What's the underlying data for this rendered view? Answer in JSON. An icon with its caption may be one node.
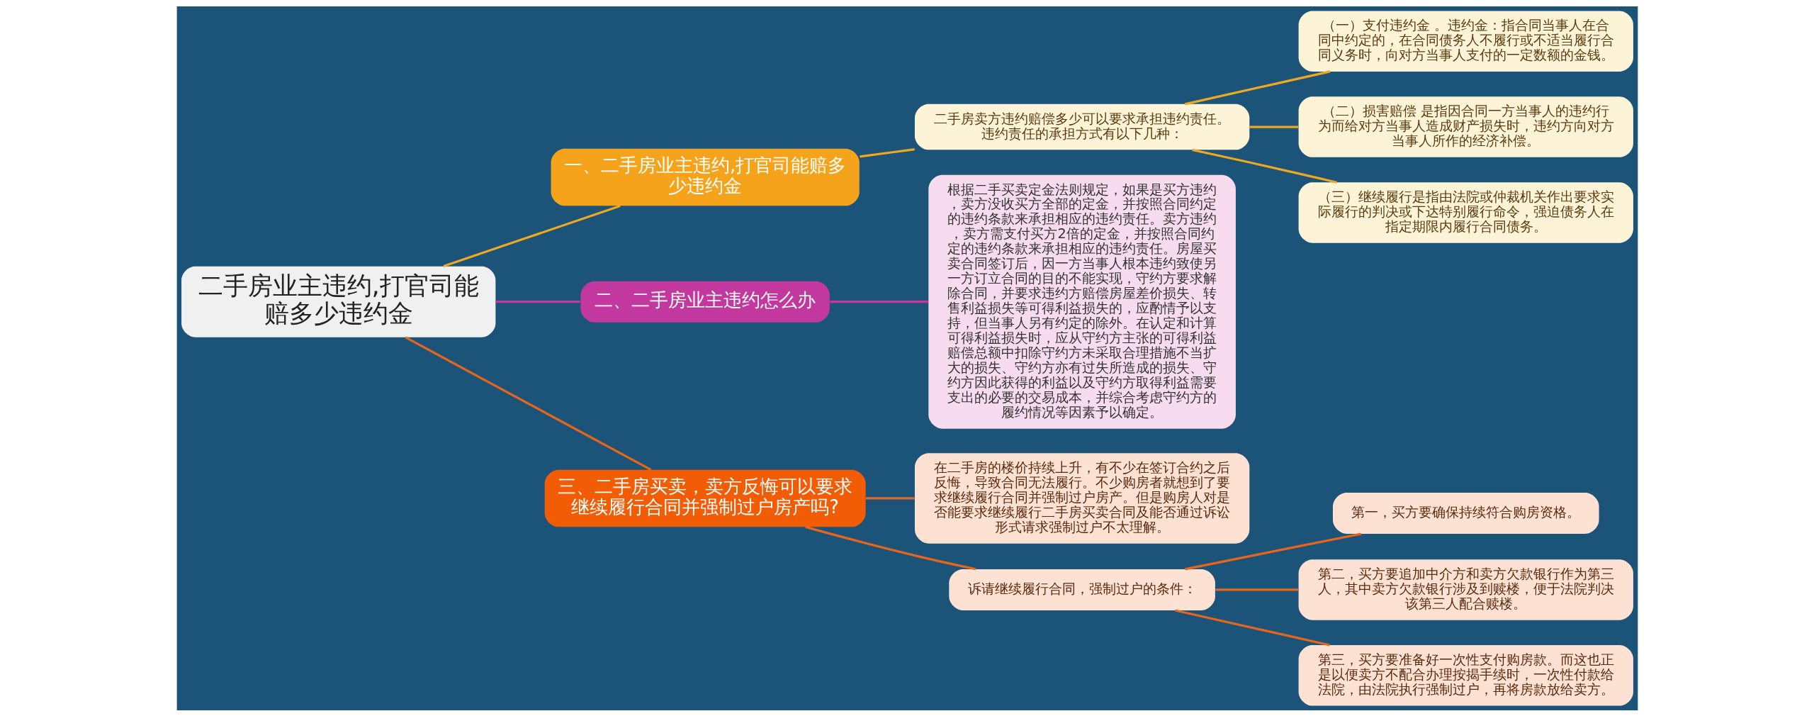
{
  "diagram": {
    "nodes": [
      {
        "text": [
          "二手房业主违约,打官司能赔多少违约金"
        ]
      },
      {
        "text": [
          "一、二手房业主违约,打官司能赔多少违约金"
        ]
      },
      {
        "text": [
          "二手房卖方违约赔偿多少可以要求承担违约责任。违约责任的承担方式有以下几种："
        ]
      },
      {
        "text": [
          "（一）支付违约金 。违约金：指合同当事人在合同中约定的，在合同债务人不履行或不适当履行合同义务时，向对方当事人支付的一定数额的金钱。"
        ]
      },
      {
        "text": [
          "（二）损害赔偿 是指因合同一方当事人的违约行为而给对方当事人造成财产损失时，违约方向对方当事人所作的经济补偿。"
        ]
      },
      {
        "text": [
          "（三）继续履行是指由法院或仲裁机关作出要求实际履行的判决或下达特别履行命令，强迫债务人在指定期限内履行合同债务。"
        ]
      },
      {
        "text": [
          "二、二手房业主违约怎么办"
        ]
      },
      {
        "text": [
          "根据二手买卖定金法则规定，如果是买方违约，卖方没收买方全部的定金，并按照合同约定的违约条款来承担相应的违约责任。卖方违约，卖方需支付买方2倍的定金，并按照合同约定的违约条款来承担相应的违约责任。房屋买卖合同签订后，因一方当事人根本违约致使另一方订立合同的目的不能实现，守约方要求解除合同，并要求违约方赔偿房屋差价损失、转售利益损失等可得利益损失的，应酌情予以支持，但当事人另有约定的除外。在认定和计算可得利益损失时，应从守约方主张的可得利益赔偿总额中扣除守约方未采取合理措施不当扩大的损失、守约方亦有过失所造成的损失、守约方因此获得的利益以及守约方取得利益需要支出的必要的交易成本，并综合考虑守约方的履约情况等因素予以确定。"
        ]
      },
      {
        "text": [
          "三、二手房买卖，卖方反悔可以要求继续履行合同并强制过户房产吗?"
        ]
      },
      {
        "text": [
          "在二手房的楼价持续上升，有不少在签订合约之后反悔，导致合同无法履行。不少购房者就想到了要求继续履行合同并强制过户房产。但是购房人对是否能要求继续履行二手房买卖合同及能否通过诉讼形式请求强制过户不太理解。"
        ]
      },
      {
        "text": [
          "诉请继续履行合同，强制过户的条件："
        ]
      },
      {
        "text": [
          "第一，买方要确保持续符合购房资格。"
        ]
      },
      {
        "text": [
          "第二，买方要追加中介方和卖方欠款银行作为第三人，其中卖方欠款银行涉及到赎楼，便于法院判决该第三人配合赎楼。"
        ]
      },
      {
        "text": [
          "第三，买方要准备好一次性支付购房款。而这也正是以便卖方不配合办理按揭手续时，一次性付款给法院，由法院执行强制过户，再将房款放给卖方。"
        ]
      }
    ],
    "edges": [
      {
        "from": 0,
        "to": 1,
        "arrow": "none",
        "color": "#f0a81e"
      },
      {
        "from": 1,
        "to": 2,
        "arrow": "none",
        "color": "#f0a81e"
      },
      {
        "from": 2,
        "to": 3,
        "arrow": "none",
        "color": "#f0a81e"
      },
      {
        "from": 2,
        "to": 4,
        "arrow": "none",
        "color": "#f0a81e"
      },
      {
        "from": 2,
        "to": 5,
        "arrow": "none",
        "color": "#f0a81e"
      },
      {
        "from": 0,
        "to": 6,
        "arrow": "none",
        "color": "#c2389e"
      },
      {
        "from": 6,
        "to": 7,
        "arrow": "none",
        "color": "#c2389e"
      },
      {
        "from": 0,
        "to": 8,
        "arrow": "none"
      },
      {
        "from": 8,
        "to": 9,
        "arrow": "none"
      },
      {
        "from": 8,
        "to": 10,
        "arrow": "none"
      },
      {
        "from": 10,
        "to": 11,
        "arrow": "none"
      },
      {
        "from": 10,
        "to": 12,
        "arrow": "none"
      },
      {
        "from": 10,
        "to": 13,
        "arrow": "none"
      }
    ]
  }
}
